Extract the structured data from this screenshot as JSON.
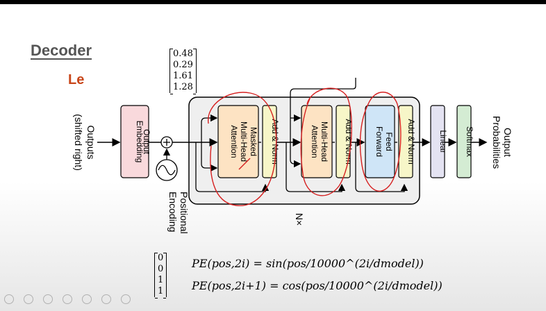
{
  "slide": {
    "title": "Decoder",
    "subtitle": "Le",
    "top_vector": [
      "0.48",
      "0.29",
      "1.61",
      "1.28"
    ],
    "bottom_vector": [
      "0",
      "0",
      "1",
      "1"
    ]
  },
  "diagram": {
    "outputs_label_1": "Outputs",
    "outputs_label_2": "(shifted right)",
    "output_embedding_1": "Output",
    "output_embedding_2": "Embedding",
    "positional_encoding_1": "Positional",
    "positional_encoding_2": "Encoding",
    "masked_mha_1": "Masked",
    "masked_mha_2": "Multi-Head",
    "masked_mha_3": "Attention",
    "add_norm": "Add & Norm",
    "mha_1": "Multi-Head",
    "mha_2": "Attention",
    "ff_1": "Feed",
    "ff_2": "Forward",
    "linear": "Linear",
    "softmax": "Softmax",
    "output_prob_1": "Output",
    "output_prob_2": "Probabilities",
    "nx": "N×"
  },
  "formulas": {
    "pe_sin": "PE(pos,2i) = sin(pos/10000^(2i/dmodel))",
    "pe_cos": "PE(pos,2i+1) = cos(pos/10000^(2i/dmodel))"
  },
  "colors": {
    "embedding": "#f9d9dc",
    "attention": "#fde3c3",
    "add_norm": "#f7f6c8",
    "feed_forward": "#cfe5f7",
    "linear": "#e4e3f2",
    "softmax": "#d4ecd3",
    "annotation": "#d62020"
  }
}
